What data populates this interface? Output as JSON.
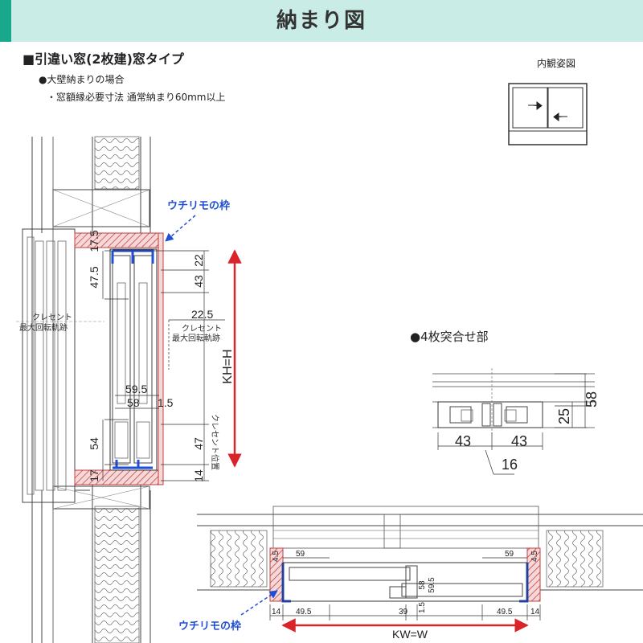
{
  "header": {
    "title": "納まり図"
  },
  "section": {
    "title": "■引違い窓(2枚建)窓タイプ",
    "subtitle": "●大壁納まりの場合",
    "note": "・窓額縁必要寸法 通常納まり60mm以上"
  },
  "inner_view": {
    "title": "内観姿図"
  },
  "detail": {
    "title": "●4枚突合せ部"
  },
  "labels": {
    "frame_top": "ウチリモの枠",
    "frame_bottom": "ウチリモの枠",
    "crescent_left_1": "クレセント",
    "crescent_left_2": "最大回転軌跡",
    "crescent_right_1": "クレセント",
    "crescent_right_2": "最大回転軌跡",
    "crescent_position": "クレセント位置",
    "kh": "KH=H",
    "kw": "KW=W"
  },
  "dims_vertical": {
    "d17_5": "17.5",
    "d22": "22",
    "d47_5": "47.5",
    "d43": "43",
    "d22_5": "22.5",
    "d59_5": "59.5",
    "d58": "58",
    "d1_5": "1.5",
    "d54": "54",
    "d47": "47",
    "d17": "17",
    "d14": "14"
  },
  "dims_detail": {
    "d58": "58",
    "d25": "25",
    "d43a": "43",
    "d43b": "43",
    "d16": "16"
  },
  "dims_horizontal": {
    "d4_5l": "4.5",
    "d4_5r": "4.5",
    "d59l": "59",
    "d59r": "59",
    "d58": "58",
    "d59_5": "59.5",
    "d1_5": "1.5",
    "d14l": "14",
    "d14r": "14",
    "d49_5l": "49.5",
    "d49_5r": "49.5",
    "d39": "39"
  },
  "colors": {
    "accent": "#1aa88d",
    "header_bg": "#c9ede6",
    "dimension_red": "#d9252a",
    "frame_blue": "#1f4fd6",
    "hatch_red": "#c04040"
  }
}
